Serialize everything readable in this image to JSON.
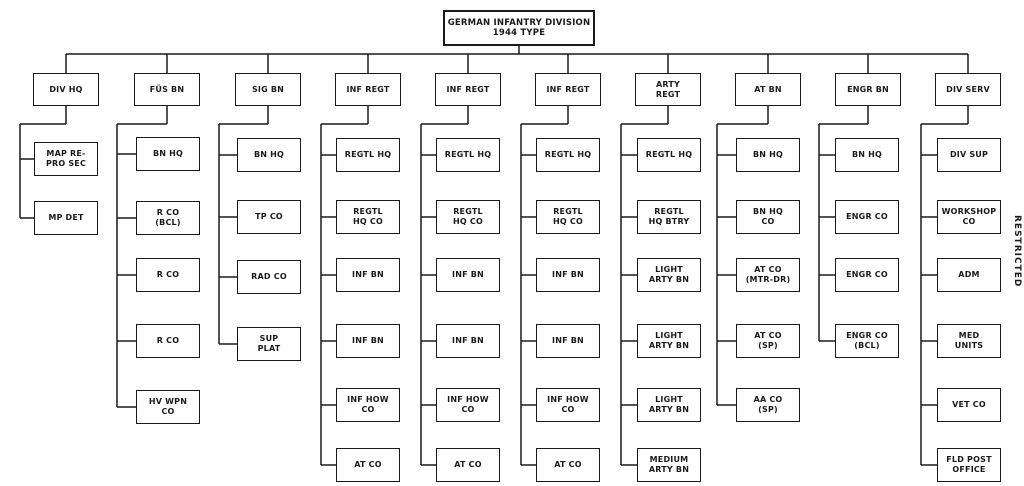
{
  "top": {
    "label": "GERMAN INFANTRY DIVISION\n1944 TYPE"
  },
  "side_label": "RESTRICTED",
  "units": [
    {
      "label": "DIV HQ",
      "children": [
        "MAP RE-\nPRO SEC",
        "MP DET"
      ]
    },
    {
      "label": "FÜS BN",
      "children": [
        "BN HQ",
        "R CO\n(BCL)",
        "R CO",
        "R CO",
        "HV WPN\nCO"
      ]
    },
    {
      "label": "SIG BN",
      "children": [
        "BN HQ",
        "TP CO",
        "RAD CO",
        "SUP\nPLAT"
      ]
    },
    {
      "label": "INF REGT",
      "children": [
        "REGTL HQ",
        "REGTL\nHQ CO",
        "INF BN",
        "INF BN",
        "INF HOW\nCO",
        "AT CO"
      ]
    },
    {
      "label": "INF REGT",
      "children": [
        "REGTL HQ",
        "REGTL\nHQ CO",
        "INF BN",
        "INF BN",
        "INF HOW\nCO",
        "AT CO"
      ]
    },
    {
      "label": "INF REGT",
      "children": [
        "REGTL HQ",
        "REGTL\nHQ CO",
        "INF BN",
        "INF BN",
        "INF HOW\nCO",
        "AT CO"
      ]
    },
    {
      "label": "ARTY\nREGT",
      "children": [
        "REGTL HQ",
        "REGTL\nHQ BTRY",
        "LIGHT\nARTY BN",
        "LIGHT\nARTY BN",
        "LIGHT\nARTY BN",
        "MEDIUM\nARTY BN"
      ]
    },
    {
      "label": "AT BN",
      "children": [
        "BN HQ",
        "BN HQ\nCO",
        "AT CO\n(MTR-DR)",
        "AT CO\n(SP)",
        "AA CO\n(SP)"
      ]
    },
    {
      "label": "ENGR BN",
      "children": [
        "BN HQ",
        "ENGR CO",
        "ENGR CO",
        "ENGR CO\n(BCL)"
      ]
    },
    {
      "label": "DIV SERV",
      "children": [
        "DIV SUP",
        "WORKSHOP\nCO",
        "ADM",
        "MED\nUNITS",
        "VET CO",
        "FLD POST\nOFFICE"
      ]
    }
  ]
}
